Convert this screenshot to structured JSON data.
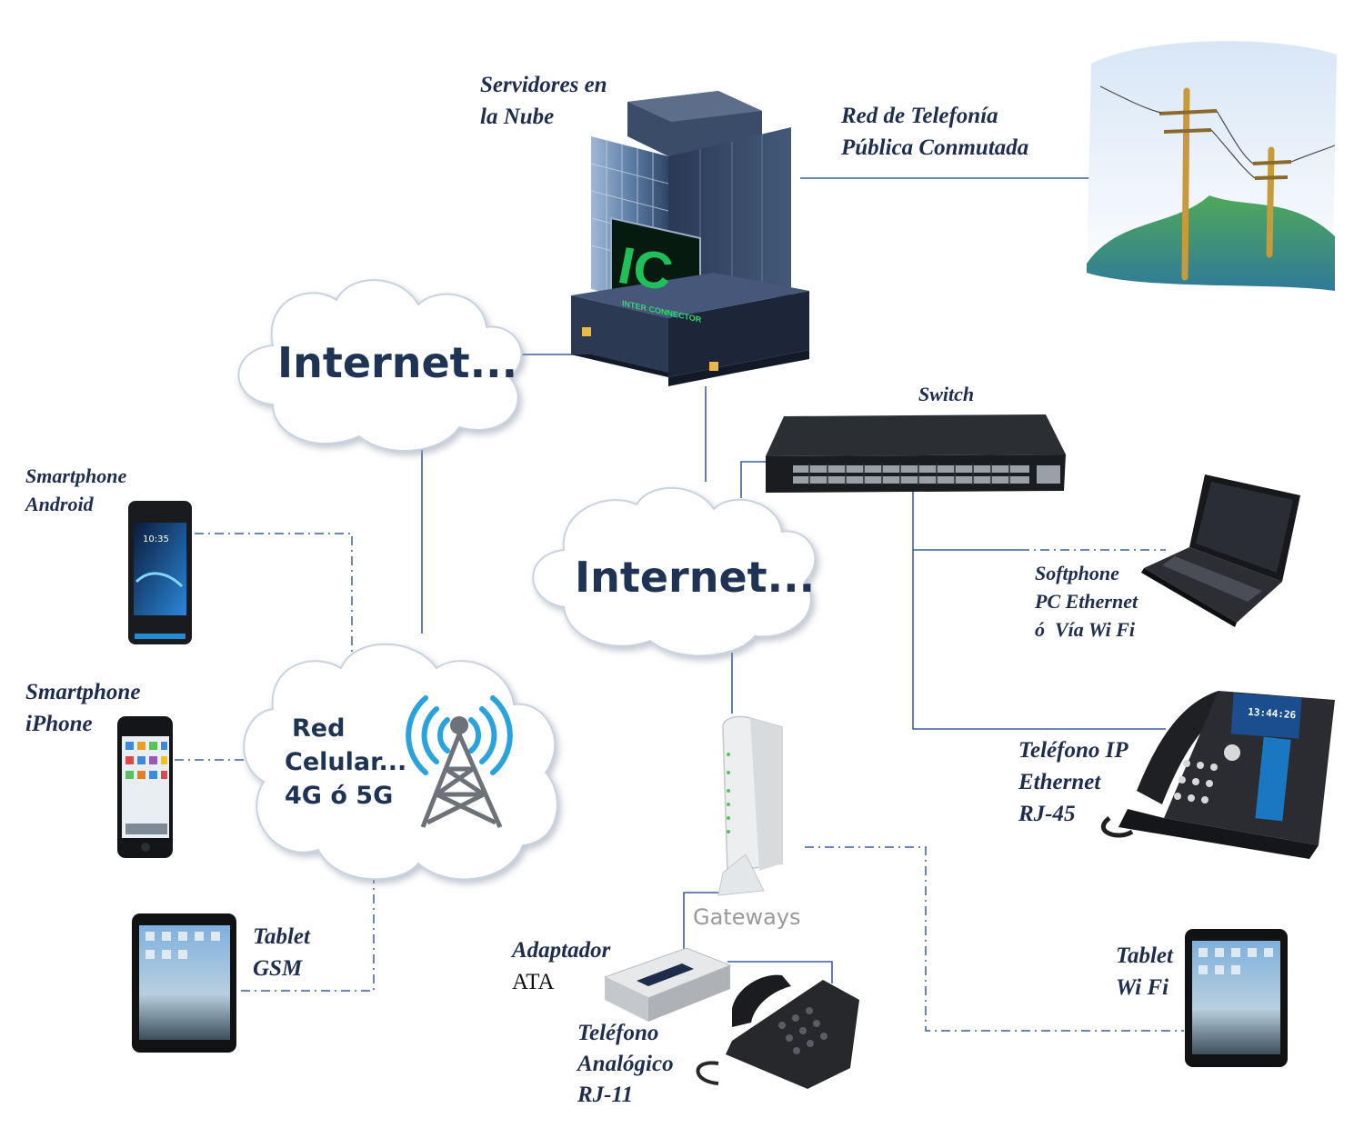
{
  "servers": {
    "line1": "Servidores en",
    "line2": "la Nube",
    "logo_text": "IC",
    "logo_subtext": "INTER CONNECTOR"
  },
  "pstn": {
    "line1": "Red de Telefonía",
    "line2": "Pública Conmutada"
  },
  "internet_top": {
    "label": "Internet..."
  },
  "internet_mid": {
    "label": "Internet..."
  },
  "cellular": {
    "line1": "Red",
    "line2": "Celular...",
    "line3": "4G ó 5G"
  },
  "switch": {
    "label": "Switch"
  },
  "gateways": {
    "label": "Gateways"
  },
  "smartphone_android": {
    "line1": "Smartphone",
    "line2": "Android",
    "screen_time": "10:35"
  },
  "smartphone_iphone": {
    "line1": "Smartphone",
    "line2": "iPhone"
  },
  "tablet_gsm": {
    "line1": "Tablet",
    "line2": "GSM"
  },
  "softphone": {
    "line1": "Softphone",
    "line2": "PC Ethernet",
    "line3": "ó  Vía Wi Fi"
  },
  "ip_phone": {
    "line1": "Teléfono IP",
    "line2": "Ethernet",
    "line3": "RJ-45",
    "screen_time": "13:44:26"
  },
  "tablet_wifi": {
    "line1": "Tablet",
    "line2": "Wi Fi"
  },
  "ata": {
    "line1": "Adaptador",
    "line2": "ATA"
  },
  "analog_phone": {
    "line1": "Teléfono",
    "line2": "Analógico",
    "line3": "RJ-11"
  },
  "colors": {
    "link": "#3b5f9a",
    "text": "#1f2d4d",
    "cloud_border": "#c9d3e0"
  }
}
